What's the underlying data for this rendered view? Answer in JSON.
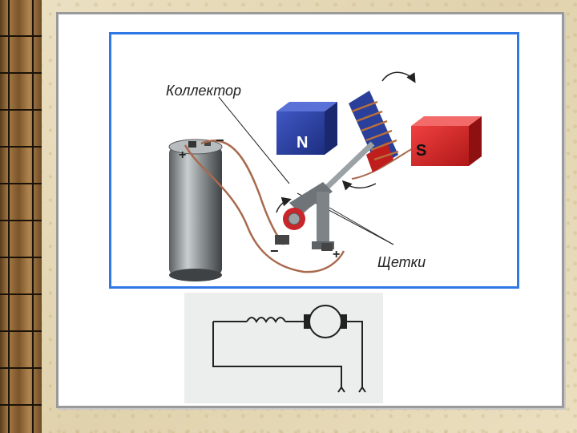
{
  "diagram": {
    "labels": {
      "collector": "Коллектор",
      "brushes": "Щетки",
      "magnet_north": "N",
      "magnet_south": "S",
      "battery_plus": "+",
      "battery_minus": "−",
      "brush_minus": "−",
      "brush_plus": "+"
    },
    "colors": {
      "frame_border": "#2f78e6",
      "magnet_north": "#2a3f9a",
      "magnet_south": "#d6282a",
      "battery": "#8f9496",
      "wire": "#a86a4e"
    }
  }
}
